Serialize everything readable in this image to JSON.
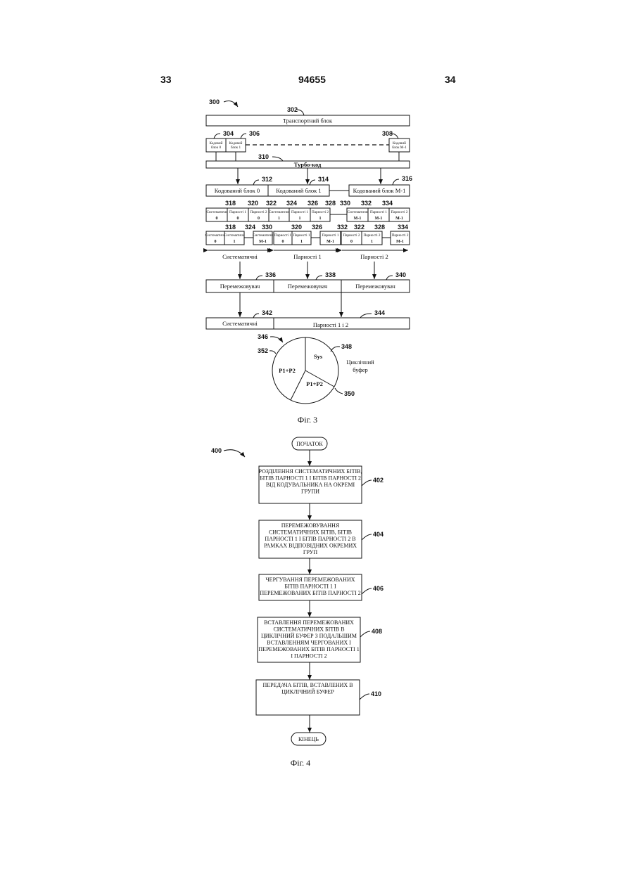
{
  "header": {
    "left_page": "33",
    "doc_number": "94655",
    "right_page": "34"
  },
  "fig3": {
    "caption": "Фіг. 3",
    "refs": {
      "r300": "300",
      "r302": "302",
      "r304": "304",
      "r306": "306",
      "r308": "308",
      "r310": "310",
      "r312": "312",
      "r314": "314",
      "r316": "316",
      "r318": "318",
      "r320": "320",
      "r322": "322",
      "r324": "324",
      "r326": "326",
      "r328": "328",
      "r330": "330",
      "r332": "332",
      "r334": "334",
      "r336": "336",
      "r338": "338",
      "r340": "340",
      "r342": "342",
      "r344": "344",
      "r346": "346",
      "r348": "348",
      "r350": "350",
      "r352": "352"
    },
    "transport_block": "Транспортний блок",
    "code_block_0": [
      "Кодовий",
      "блок 0"
    ],
    "code_block_1": [
      "Кодовий",
      "блок 1"
    ],
    "code_block_m1": [
      "Кодовий",
      "блок М-1"
    ],
    "turbo_code": "Турбо-код",
    "coded_block_0": "Кодований блок 0",
    "coded_block_1": "Кодований блок 1",
    "coded_block_m1": "Кодований блок М-1",
    "row1": [
      {
        "top": "Систематичн",
        "bot": "0"
      },
      {
        "top": "Парності 1",
        "bot": "0"
      },
      {
        "top": "Парності 2",
        "bot": "0"
      },
      {
        "top": "Систематичн",
        "bot": "1"
      },
      {
        "top": "Парності 1",
        "bot": "1"
      },
      {
        "top": "Парності 2",
        "bot": "1"
      },
      {
        "top": "Систематичн",
        "bot": "М-1"
      },
      {
        "top": "Парності 1",
        "bot": "М-1"
      },
      {
        "top": "Парності 2",
        "bot": "М-1"
      }
    ],
    "row2": [
      {
        "top": "Систематичн",
        "bot": "0"
      },
      {
        "top": "Систематичн",
        "bot": "1"
      },
      {
        "top": "Систематичн",
        "bot": "М-1"
      },
      {
        "top": "Парності 1",
        "bot": "0"
      },
      {
        "top": "Парності 1",
        "bot": "1"
      },
      {
        "top": "Парності 1",
        "bot": "М-1"
      },
      {
        "top": "Парності 2",
        "bot": "0"
      },
      {
        "top": "Парності 2",
        "bot": "1"
      },
      {
        "top": "Парності 2",
        "bot": "М-1"
      }
    ],
    "group_systematic": "Систематичні",
    "group_parity1": "Парності 1",
    "group_parity2": "Парності 2",
    "interleaver_1": "Перемежовувач",
    "interleaver_2": "Перемежовувач",
    "interleaver_3": "Перемежовувач",
    "out_systematic": "Систематичні",
    "out_parity": "Парності 1 і 2",
    "sector_sys": "Sys",
    "sector_p1p2_left": "P1+P2",
    "sector_p1p2_bottom": "P1+P2",
    "circular_buffer": [
      "Циклічний",
      "буфер"
    ]
  },
  "fig4": {
    "caption": "Фіг. 4",
    "ref_400": "400",
    "start": "ПОЧАТОК",
    "end": "КІНЕЦЬ",
    "steps": [
      {
        "ref": "402",
        "lines": [
          "РОЗДІЛЕННЯ СИСТЕМАТИЧНИХ БІТІВ,",
          "БІТІВ ПАРНОСТІ 1 І БІТІВ ПАРНОСТІ 2",
          "ВІД КОДУВАЛЬНИКА НА ОКРЕМІ",
          "ГРУПИ"
        ]
      },
      {
        "ref": "404",
        "lines": [
          "ПЕРЕМЕЖОВУВАННЯ",
          "СИСТЕМАТИЧНИХ БІТІВ, БІТІВ",
          "ПАРНОСТІ 1 І БІТІВ ПАРНОСТІ 2 В",
          "РАМКАХ ВІДПОВІДНИХ ОКРЕМИХ",
          "ГРУП"
        ]
      },
      {
        "ref": "406",
        "lines": [
          "ЧЕРГУВАННЯ ПЕРЕМЕЖОВАНИХ",
          "БІТІВ ПАРНОСТІ 1 І",
          "ПЕРЕМЕЖОВАНИХ БІТІВ ПАРНОСТІ 2"
        ]
      },
      {
        "ref": "408",
        "lines": [
          "ВСТАВЛЕННЯ ПЕРЕМЕЖОВАНИХ",
          "СИСТЕМАТИЧНИХ БІТІВ В",
          "ЦИКЛІЧНИЙ БУФЕР З ПОДАЛЬШИМ",
          "ВСТАВЛЕННЯМ ЧЕРГОВАНИХ І",
          "ПЕРЕМЕЖОВАНИХ БІТІВ ПАРНОСТІ 1",
          "І ПАРНОСТІ 2"
        ]
      },
      {
        "ref": "410",
        "lines": [
          "ПЕРЕДАЧА БІТІВ, ВСТАВЛЕНИХ В",
          "ЦИКЛІЧНИЙ БУФЕР"
        ]
      }
    ]
  }
}
